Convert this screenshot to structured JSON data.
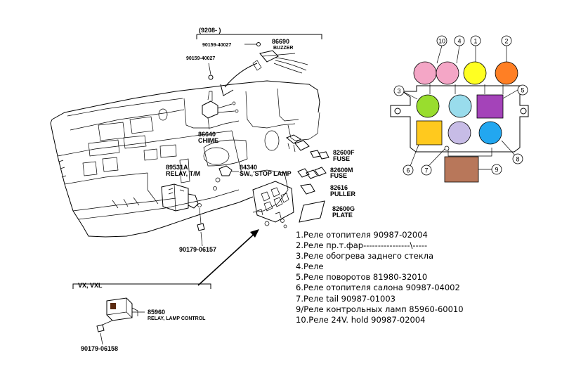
{
  "parts": {
    "bracket_range": "(9208-      )",
    "buzzer_number": "86690",
    "buzzer_label": "BUZZER",
    "screw_top": "90159-40027",
    "screw_left": "90159-40027",
    "chime_number": "86640",
    "chime_label": "CHIME",
    "fuse_number": "82600F",
    "fuse_label": "FUSE",
    "fuse_m_number": "82600M",
    "fuse_m_label": "FUSE",
    "puller_number": "82616",
    "puller_label": "PULLER",
    "plate_number": "82600G",
    "plate_label": "PLATE",
    "relay_tm_number": "89531A",
    "relay_tm_label": "RELAY, T/M",
    "stop_switch_number": "84340",
    "stop_switch_label": "SW., STOP LAMP",
    "bolt_mid": "90179-06157",
    "variant_label": "VX, VXL",
    "relay_lamp_number": "85960",
    "relay_lamp_label": "RELAY, LAMP CONTROL",
    "bolt_bottom": "90179-06158"
  },
  "relay_block": {
    "colors": {
      "pink": "#f4a6c6",
      "yellow": "#ffff22",
      "orange": "#ff7f24",
      "green": "#99dd2e",
      "light_blue": "#99dcec",
      "purple": "#a443b9",
      "amber": "#ffc91e",
      "lavender": "#c7bce6",
      "blue": "#22a7f0",
      "brown": "#b8775a"
    },
    "callouts": [
      "10",
      "4",
      "1",
      "2",
      "3",
      "5",
      "6",
      "7",
      "8",
      "9"
    ]
  },
  "legend": [
    "1.Реле отопителя 90987-02004",
    "2.Реле пр.т.фар----------------\\-----",
    "3.Реле обогрева заднего стекла",
    "4.Реле",
    "5.Реле поворотов 81980-32010",
    "6.Реле отопителя салона 90987-04002",
    "7.Реле tail 90987-01003",
    "9/Реле контрольных ламп 85960-60010",
    "10.Реле 24V. hold 90987-02004"
  ]
}
